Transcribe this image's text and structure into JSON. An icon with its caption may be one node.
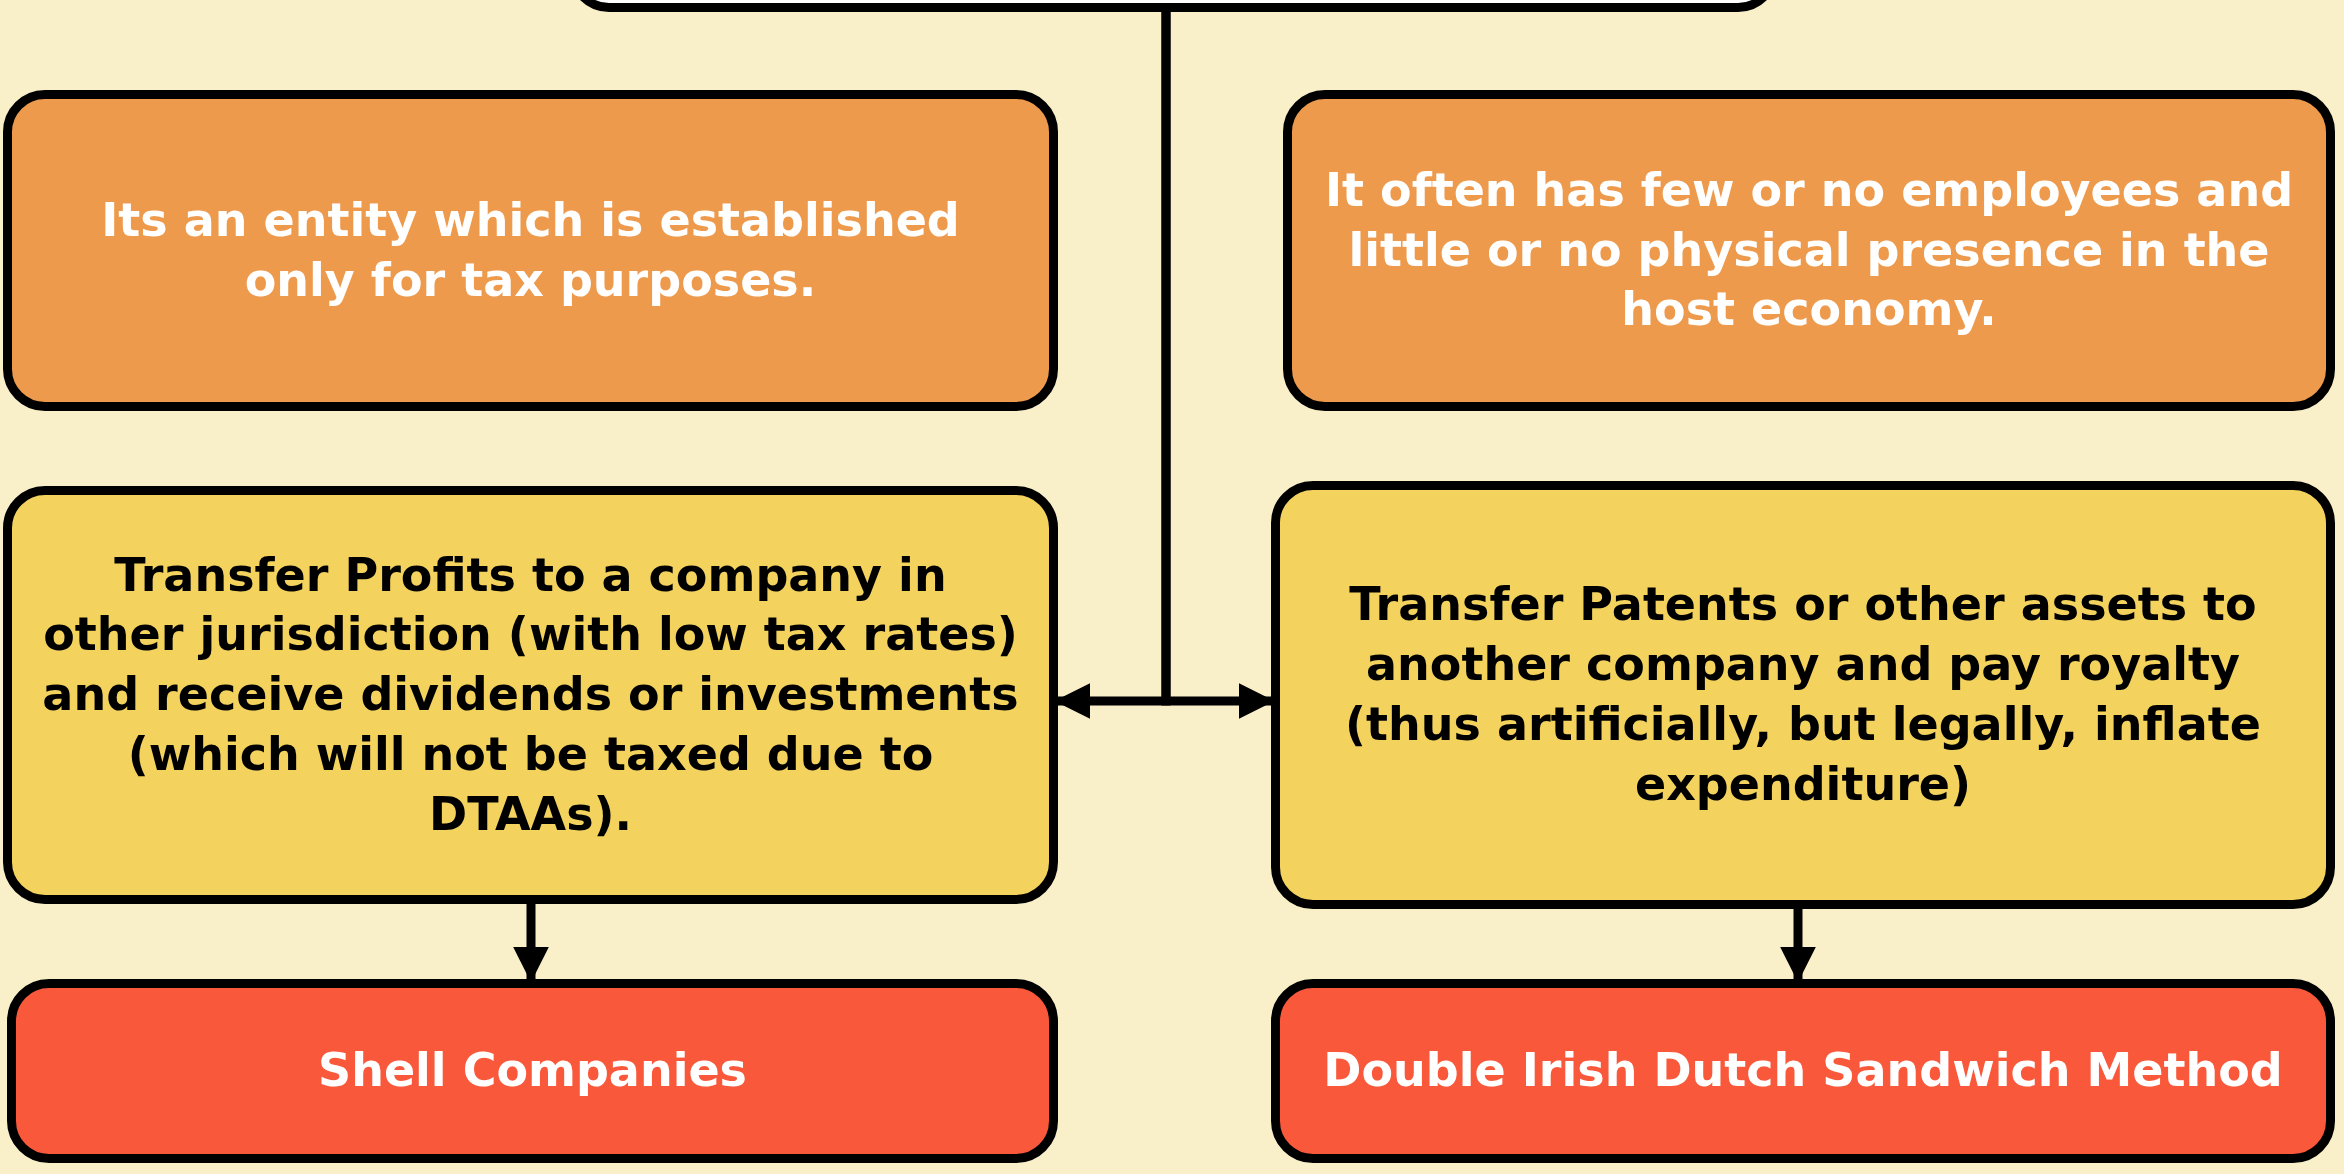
{
  "diagram": {
    "nodes": [
      {
        "text": [],
        "shape": "box"
      },
      {
        "text": [
          "Its an entity which is established only for tax purposes."
        ]
      },
      {
        "text": [
          "It often has few or no employees and little or no physical presence in the host economy."
        ]
      },
      {
        "text": [
          "Transfer Profits to a company in other jurisdiction (with low tax rates) and receive dividends or investments (which will not be taxed due to DTAAs)."
        ]
      },
      {
        "text": [
          "Transfer Patents or other assets to another company and pay royalty (thus artificially, but legally, inflate expenditure)"
        ]
      },
      {
        "text": [
          "Shell Companies"
        ]
      },
      {
        "text": [
          "Double Irish Dutch Sandwich Method"
        ]
      }
    ],
    "edges": [
      {
        "from": 0,
        "to": 3,
        "arrow": "to"
      },
      {
        "from": 0,
        "to": 4,
        "arrow": "to"
      },
      {
        "from": 3,
        "to": 5,
        "arrow": "to"
      },
      {
        "from": 4,
        "to": 6,
        "arrow": "to"
      }
    ]
  }
}
